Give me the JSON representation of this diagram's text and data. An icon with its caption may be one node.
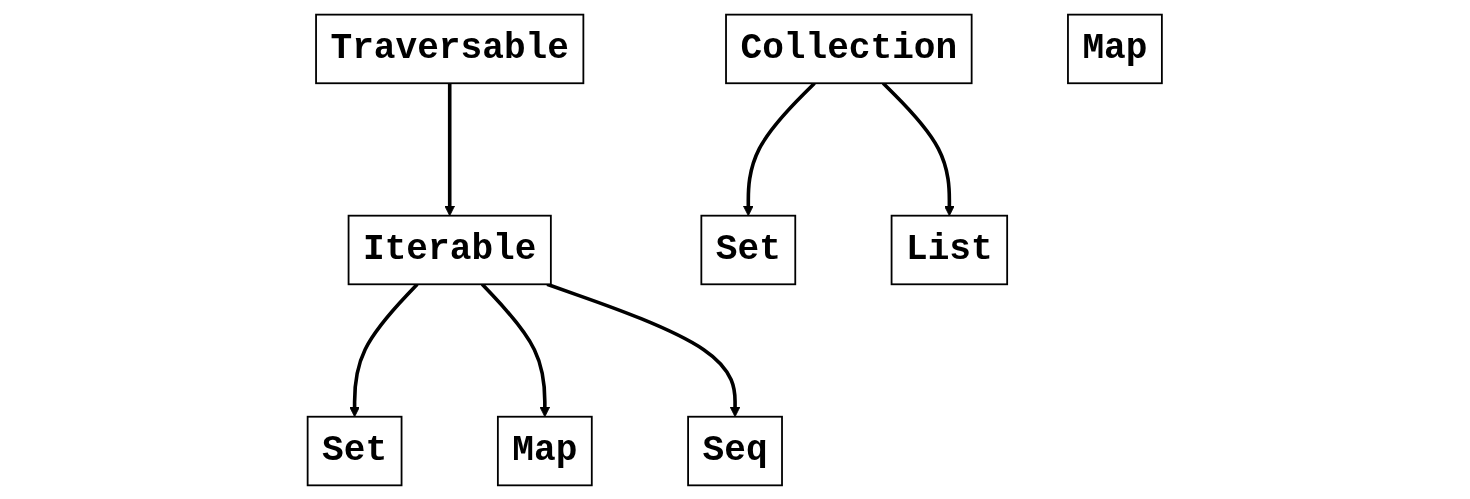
{
  "diagram": {
    "nodes": [
      {
        "text": [
          "Traversable"
        ]
      },
      {
        "text": [
          "Iterable"
        ]
      },
      {
        "text": [
          "Set"
        ]
      },
      {
        "text": [
          "Map"
        ]
      },
      {
        "text": [
          "Seq"
        ]
      },
      {
        "text": [
          "Collection"
        ]
      },
      {
        "text": [
          "Set"
        ]
      },
      {
        "text": [
          "List"
        ]
      },
      {
        "text": [
          "Map"
        ]
      }
    ],
    "edges": [
      {
        "from": 0,
        "to": 1,
        "arrow": "to"
      },
      {
        "from": 1,
        "to": 2,
        "arrow": "to"
      },
      {
        "from": 1,
        "to": 3,
        "arrow": "to"
      },
      {
        "from": 1,
        "to": 4,
        "arrow": "to"
      },
      {
        "from": 5,
        "to": 6,
        "arrow": "to"
      },
      {
        "from": 5,
        "to": 7,
        "arrow": "to"
      }
    ]
  }
}
